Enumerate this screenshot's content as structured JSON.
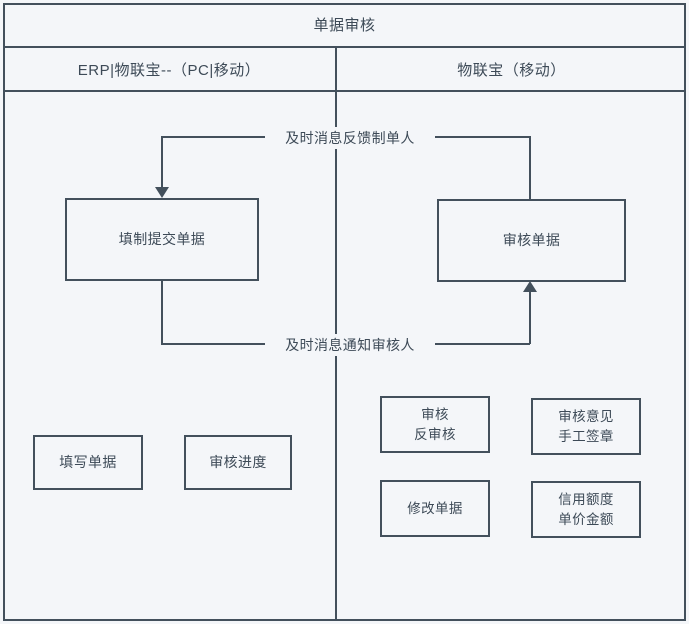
{
  "diagram": {
    "title": "单据审核",
    "lanes": [
      {
        "id": "lane-left",
        "header": "ERP|物联宝--（PC|移动）"
      },
      {
        "id": "lane-right",
        "header": "物联宝（移动）"
      }
    ],
    "process_nodes": [
      {
        "id": "fill-submit-doc",
        "label": "填制提交单据"
      },
      {
        "id": "review-doc",
        "label": "审核单据"
      }
    ],
    "edge_labels": [
      {
        "id": "feedback-to-creator",
        "label": "及时消息反馈制单人"
      },
      {
        "id": "notify-reviewer",
        "label": "及时消息通知审核人"
      }
    ],
    "left_feature_nodes": [
      {
        "id": "write-doc",
        "line1": "填写单据",
        "line2": ""
      },
      {
        "id": "review-progress",
        "line1": "审核进度",
        "line2": ""
      }
    ],
    "right_feature_nodes": [
      {
        "id": "review-unreview",
        "line1": "审核",
        "line2": "反审核"
      },
      {
        "id": "review-opinion-signature",
        "line1": "审核意见",
        "line2": "手工签章"
      },
      {
        "id": "modify-doc",
        "line1": "修改单据",
        "line2": ""
      },
      {
        "id": "credit-limit-price",
        "line1": "信用额度",
        "line2": "单价金额"
      }
    ],
    "colors": {
      "stroke": "#43505c",
      "fill": "#f4f6f9",
      "text": "#3d4a57"
    }
  }
}
